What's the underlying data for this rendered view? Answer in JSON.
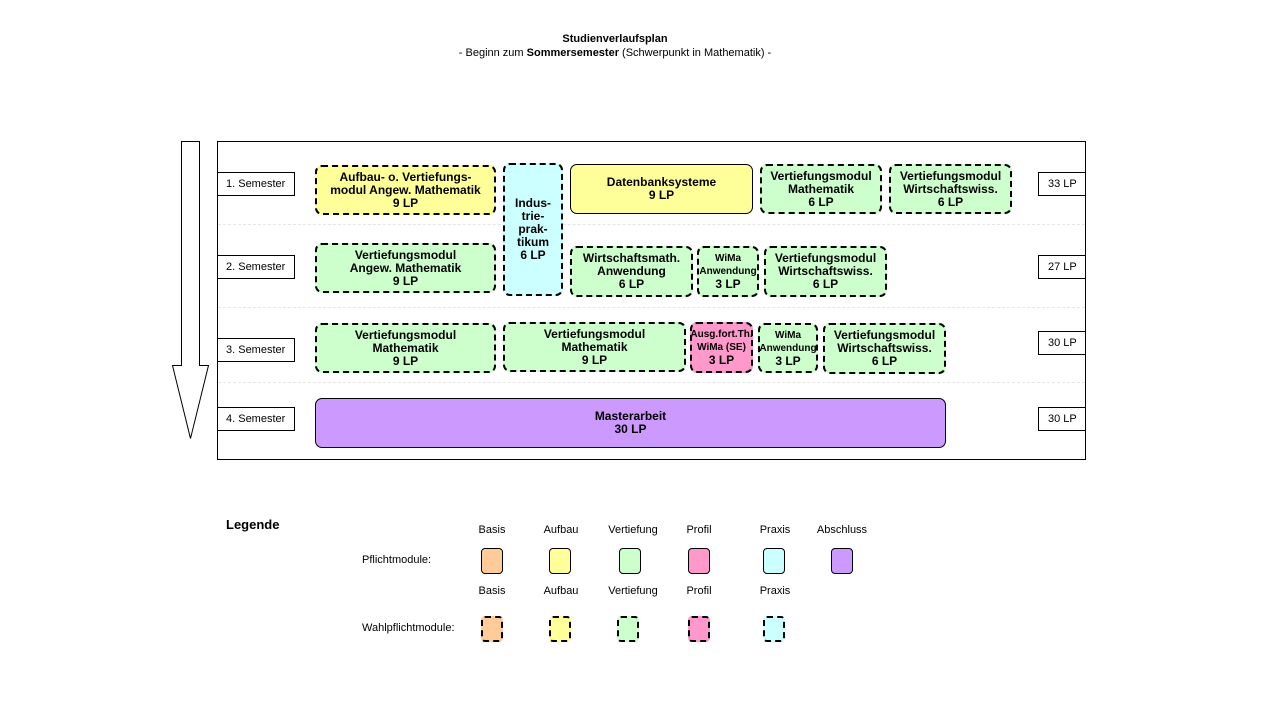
{
  "title": "Studienverlaufsplan",
  "subtitle": {
    "prefix": "- Beginn zum ",
    "bold": "Sommersemester",
    "suffix": " (Schwerpunkt in Mathematik) -"
  },
  "semesters": [
    {
      "label": "1. Semester",
      "lp": "33 LP"
    },
    {
      "label": "2. Semester",
      "lp": "27 LP"
    },
    {
      "label": "3. Semester",
      "lp": "30 LP"
    },
    {
      "label": "4. Semester",
      "lp": "30 LP"
    }
  ],
  "modules": {
    "s1_aufbau": [
      "Aufbau- o. Vertiefungs-",
      "modul Angew. Mathematik",
      "9 LP"
    ],
    "industriepraktikum": [
      "Indus-",
      "trie-",
      "prak-",
      "tikum",
      "6 LP"
    ],
    "s1_datenbank": [
      "Datenbanksysteme",
      "9 LP"
    ],
    "s1_vert_math": [
      "Vertiefungsmodul",
      "Mathematik",
      "6 LP"
    ],
    "s1_vert_wiwi": [
      "Vertiefungsmodul",
      "Wirtschaftswiss.",
      "6 LP"
    ],
    "s2_vert_angew": [
      "Vertiefungsmodul",
      "Angew. Mathematik",
      "9 LP"
    ],
    "s2_wima_anw": [
      "Wirtschaftsmath.",
      "Anwendung",
      "6 LP"
    ],
    "s2_wima_small": [
      "WiMa",
      "Anwendung",
      "3 LP"
    ],
    "s2_vert_wiwi": [
      "Vertiefungsmodul",
      "Wirtschaftswiss.",
      "6 LP"
    ],
    "s3_vert_math_a": [
      "Vertiefungsmodul",
      "Mathematik",
      "9 LP"
    ],
    "s3_vert_math_b": [
      "Vertiefungsmodul",
      "Mathematik",
      "9 LP"
    ],
    "s3_ausg": [
      "Ausg.fort.Th.",
      "WiMa (SE)",
      "3 LP"
    ],
    "s3_wima_small": [
      "WiMa",
      "Anwendung",
      "3 LP"
    ],
    "s3_vert_wiwi": [
      "Vertiefungsmodul",
      "Wirtschaftswiss.",
      "6 LP"
    ],
    "s4_master": [
      "Masterarbeit",
      "30 LP"
    ]
  },
  "legend": {
    "title": "Legende",
    "pflicht_label": "Pflichtmodule:",
    "wahl_label": "Wahlpflichtmodule:",
    "pflicht_headers": [
      "Basis",
      "Aufbau",
      "Vertiefung",
      "Profil",
      "Praxis",
      "Abschluss"
    ],
    "wahl_headers": [
      "Basis",
      "Aufbau",
      "Vertiefung",
      "Profil",
      "Praxis"
    ]
  },
  "colors": {
    "basis": "#ffcc99",
    "aufbau": "#ffff99",
    "vertiefung": "#ccffcc",
    "profil": "#ff99cc",
    "praxis": "#ccffff",
    "abschluss": "#cc99ff"
  }
}
